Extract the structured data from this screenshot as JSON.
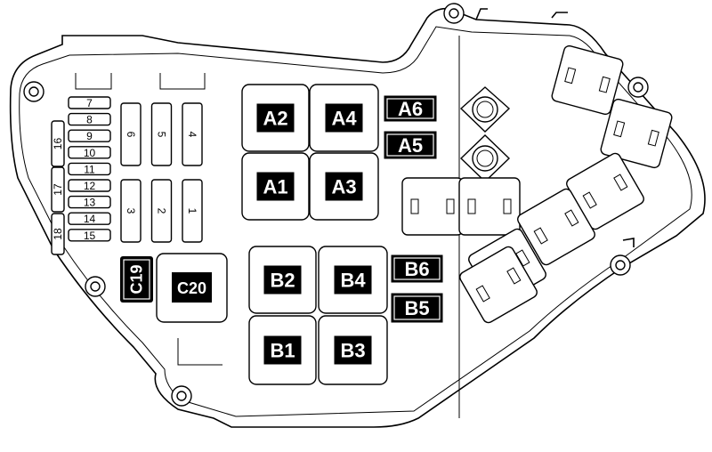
{
  "small_fuses": [
    "7",
    "8",
    "9",
    "10",
    "11",
    "12",
    "13",
    "14",
    "15"
  ],
  "side_fuses": [
    "16",
    "17",
    "18"
  ],
  "large_fuses_top": [
    "6",
    "5",
    "4"
  ],
  "large_fuses_bottom": [
    "3",
    "2",
    "1"
  ],
  "relays_a": {
    "A1": "A1",
    "A2": "A2",
    "A3": "A3",
    "A4": "A4",
    "A5": "A5",
    "A6": "A6"
  },
  "relays_b": {
    "B1": "B1",
    "B2": "B2",
    "B3": "B3",
    "B4": "B4",
    "B5": "B5",
    "B6": "B6"
  },
  "relays_c": {
    "C19": "C19",
    "C20": "C20"
  }
}
